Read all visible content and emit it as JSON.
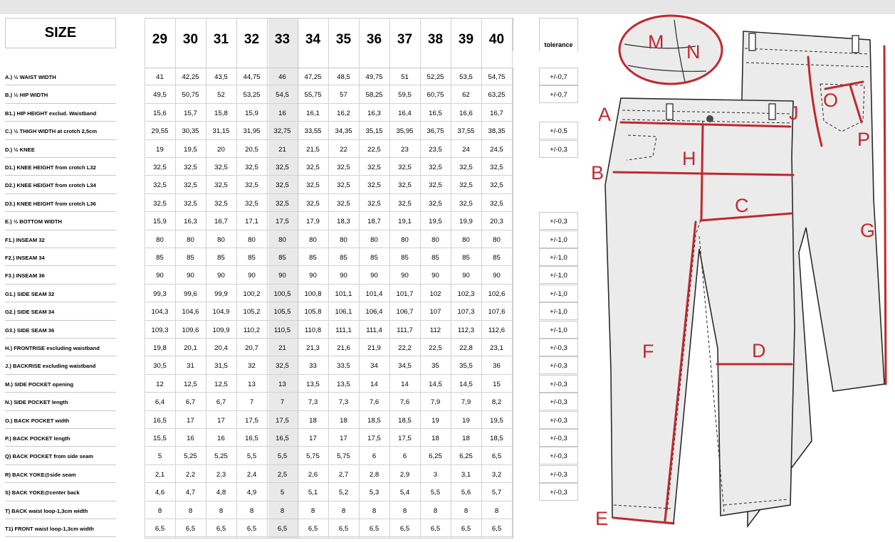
{
  "size_label": "SIZE",
  "tolerance_label": "tolerance",
  "sizes": [
    "29",
    "30",
    "31",
    "32",
    "33",
    "34",
    "35",
    "36",
    "37",
    "38",
    "39",
    "40"
  ],
  "highlighted_size": "33",
  "rows": [
    {
      "label": "A.) ½ WAIST WIDTH",
      "values": [
        "41",
        "42,25",
        "43,5",
        "44,75",
        "46",
        "47,25",
        "48,5",
        "49,75",
        "51",
        "52,25",
        "53,5",
        "54,75"
      ],
      "tolerance": "+/-0,7"
    },
    {
      "label": "B.) ½  HIP WIDTH",
      "values": [
        "49,5",
        "50,75",
        "52",
        "53,25",
        "54,5",
        "55,75",
        "57",
        "58,25",
        "59,5",
        "60,75",
        "62",
        "63,25"
      ],
      "tolerance": "+/-0,7"
    },
    {
      "label": "B1.) HIP HEIGHT exclud. Waistband",
      "values": [
        "15,6",
        "15,7",
        "15,8",
        "15,9",
        "16",
        "16,1",
        "16,2",
        "16,3",
        "16,4",
        "16,5",
        "16,6",
        "16,7"
      ],
      "tolerance": ""
    },
    {
      "label": "C.) ½  THIGH WIDTH at crotch 2,5cm",
      "values": [
        "29,55",
        "30,35",
        "31,15",
        "31,95",
        "32,75",
        "33,55",
        "34,35",
        "35,15",
        "35,95",
        "36,75",
        "37,55",
        "38,35"
      ],
      "tolerance": "+/-0,5"
    },
    {
      "label": "D.) ½ KNEE",
      "values": [
        "19",
        "19,5",
        "20",
        "20,5",
        "21",
        "21,5",
        "22",
        "22,5",
        "23",
        "23,5",
        "24",
        "24,5"
      ],
      "tolerance": "+/-0,3"
    },
    {
      "label": "D1.)  KNEE HEIGHT from crotch L32",
      "values": [
        "32,5",
        "32,5",
        "32,5",
        "32,5",
        "32,5",
        "32,5",
        "32,5",
        "32,5",
        "32,5",
        "32,5",
        "32,5",
        "32,5"
      ],
      "tolerance": ""
    },
    {
      "label": "D2.)  KNEE HEIGHT from crotch L34",
      "values": [
        "32,5",
        "32,5",
        "32,5",
        "32,5",
        "32,5",
        "32,5",
        "32,5",
        "32,5",
        "32,5",
        "32,5",
        "32,5",
        "32,5"
      ],
      "tolerance": ""
    },
    {
      "label": "D3.)  KNEE HEIGHT from crotch L36",
      "values": [
        "32,5",
        "32,5",
        "32,5",
        "32,5",
        "32,5",
        "32,5",
        "32,5",
        "32,5",
        "32,5",
        "32,5",
        "32,5",
        "32,5"
      ],
      "tolerance": ""
    },
    {
      "label": "E.) ½ BOTTOM WIDTH",
      "values": [
        "15,9",
        "16,3",
        "16,7",
        "17,1",
        "17,5",
        "17,9",
        "18,3",
        "18,7",
        "19,1",
        "19,5",
        "19,9",
        "20,3"
      ],
      "tolerance": "+/-0,3"
    },
    {
      "label": "F1.) INSEAM 32",
      "values": [
        "80",
        "80",
        "80",
        "80",
        "80",
        "80",
        "80",
        "80",
        "80",
        "80",
        "80",
        "80"
      ],
      "tolerance": "+/-1,0"
    },
    {
      "label": "F2.) INSEAM 34",
      "values": [
        "85",
        "85",
        "85",
        "85",
        "85",
        "85",
        "85",
        "85",
        "85",
        "85",
        "85",
        "85"
      ],
      "tolerance": "+/-1,0"
    },
    {
      "label": "F3.) INSEAM 36",
      "values": [
        "90",
        "90",
        "90",
        "90",
        "90",
        "90",
        "90",
        "90",
        "90",
        "90",
        "90",
        "90"
      ],
      "tolerance": "+/-1,0"
    },
    {
      "label": "G1.) SIDE SEAM 32",
      "values": [
        "99,3",
        "99,6",
        "99,9",
        "100,2",
        "100,5",
        "100,8",
        "101,1",
        "101,4",
        "101,7",
        "102",
        "102,3",
        "102,6"
      ],
      "tolerance": "+/-1,0"
    },
    {
      "label": "G2.) SIDE SEAM 34",
      "values": [
        "104,3",
        "104,6",
        "104,9",
        "105,2",
        "105,5",
        "105,8",
        "106,1",
        "106,4",
        "106,7",
        "107",
        "107,3",
        "107,6"
      ],
      "tolerance": "+/-1,0"
    },
    {
      "label": "G3.) SIDE SEAM 36",
      "values": [
        "109,3",
        "109,6",
        "109,9",
        "110,2",
        "110,5",
        "110,8",
        "111,1",
        "111,4",
        "111,7",
        "112",
        "112,3",
        "112,6"
      ],
      "tolerance": "+/-1,0"
    },
    {
      "label": "H.) FRONTRISE excluding waistband",
      "values": [
        "19,8",
        "20,1",
        "20,4",
        "20,7",
        "21",
        "21,3",
        "21,6",
        "21,9",
        "22,2",
        "22,5",
        "22,8",
        "23,1"
      ],
      "tolerance": "+/-0,3"
    },
    {
      "label": "J.) BACKRISE excluding waistband",
      "values": [
        "30,5",
        "31",
        "31,5",
        "32",
        "32,5",
        "33",
        "33,5",
        "34",
        "34,5",
        "35",
        "35,5",
        "36"
      ],
      "tolerance": "+/-0,3"
    },
    {
      "label": "M.) SIDE POCKET opening",
      "values": [
        "12",
        "12,5",
        "12,5",
        "13",
        "13",
        "13,5",
        "13,5",
        "14",
        "14",
        "14,5",
        "14,5",
        "15"
      ],
      "tolerance": "+/-0,3"
    },
    {
      "label": "N.) SIDE POCKET length",
      "values": [
        "6,4",
        "6,7",
        "6,7",
        "7",
        "7",
        "7,3",
        "7,3",
        "7,6",
        "7,6",
        "7,9",
        "7,9",
        "8,2"
      ],
      "tolerance": "+/-0,3"
    },
    {
      "label": "O.) BACK POCKET width",
      "values": [
        "16,5",
        "17",
        "17",
        "17,5",
        "17,5",
        "18",
        "18",
        "18,5",
        "18,5",
        "19",
        "19",
        "19,5"
      ],
      "tolerance": "+/-0,3"
    },
    {
      "label": "P.) BACK POCKET length",
      "values": [
        "15,5",
        "16",
        "16",
        "16,5",
        "16,5",
        "17",
        "17",
        "17,5",
        "17,5",
        "18",
        "18",
        "18,5"
      ],
      "tolerance": "+/-0,3"
    },
    {
      "label": "Q) BACK POCKET from side seam",
      "values": [
        "5",
        "5,25",
        "5,25",
        "5,5",
        "5,5",
        "5,75",
        "5,75",
        "6",
        "6",
        "6,25",
        "6,25",
        "6,5"
      ],
      "tolerance": "+/-0,3"
    },
    {
      "label": "R) BACK YOKE@side seam",
      "values": [
        "2,1",
        "2,2",
        "2,3",
        "2,4",
        "2,5",
        "2,6",
        "2,7",
        "2,8",
        "2,9",
        "3",
        "3,1",
        "3,2"
      ],
      "tolerance": "+/-0,3"
    },
    {
      "label": "S) BACK YOKE@center back",
      "values": [
        "4,6",
        "4,7",
        "4,8",
        "4,9",
        "5",
        "5,1",
        "5,2",
        "5,3",
        "5,4",
        "5,5",
        "5,6",
        "5,7"
      ],
      "tolerance": "+/-0,3"
    },
    {
      "label": "T) BACK waist loop-1,3cm width",
      "values": [
        "8",
        "8",
        "8",
        "8",
        "8",
        "8",
        "8",
        "8",
        "8",
        "8",
        "8",
        "8"
      ],
      "tolerance": ""
    },
    {
      "label": "T1) FRONT waist loop-1,3cm width",
      "values": [
        "6,5",
        "6,5",
        "6,5",
        "6,5",
        "6,5",
        "6,5",
        "6,5",
        "6,5",
        "6,5",
        "6,5",
        "6,5",
        "6,5"
      ],
      "tolerance": ""
    }
  ],
  "diagram_labels": {
    "A": "A",
    "B": "B",
    "C": "C",
    "D": "D",
    "E": "E",
    "F": "F",
    "G": "G",
    "H": "H",
    "J": "J",
    "M": "M",
    "N": "N",
    "O": "O",
    "P": "P"
  },
  "colors": {
    "measure_line": "#c0282e",
    "highlight_column": "#e9e9e9"
  }
}
